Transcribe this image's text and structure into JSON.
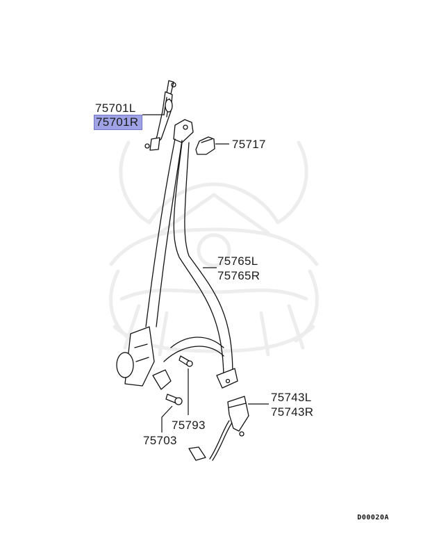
{
  "diagram": {
    "title": "Seat belt assembly parts diagram",
    "code": "D00020A",
    "watermark": "samurai-helmet-logo",
    "highlight_color": "#9fa3e6"
  },
  "callouts": [
    {
      "id": "75701L",
      "label": "75701L",
      "highlighted": false,
      "part": "upper anchor height adjuster (left)"
    },
    {
      "id": "75701R",
      "label": "75701R",
      "highlighted": true,
      "part": "upper anchor height adjuster (right)"
    },
    {
      "id": "75717",
      "label": "75717",
      "highlighted": false,
      "part": "belt guide cover"
    },
    {
      "id": "75765L",
      "label": "75765L",
      "highlighted": false,
      "part": "seat belt assembly (left)"
    },
    {
      "id": "75765R",
      "label": "75765R",
      "highlighted": false,
      "part": "seat belt assembly (right)"
    },
    {
      "id": "75743L",
      "label": "75743L",
      "highlighted": false,
      "part": "buckle (left)"
    },
    {
      "id": "75743R",
      "label": "75743R",
      "highlighted": false,
      "part": "buckle (right)"
    },
    {
      "id": "75793",
      "label": "75793",
      "highlighted": false,
      "part": "screw"
    },
    {
      "id": "75703",
      "label": "75703",
      "highlighted": false,
      "part": "bolt"
    }
  ]
}
